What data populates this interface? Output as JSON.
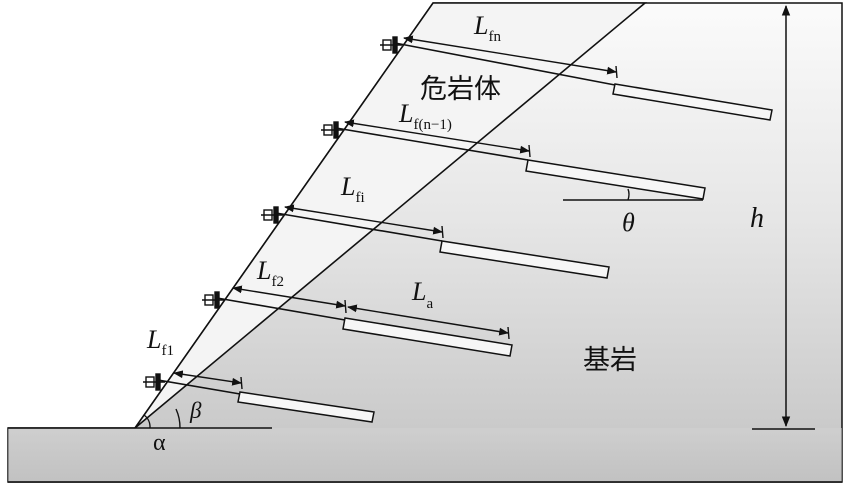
{
  "labels": {
    "dangerous_rock": "危岩体",
    "bedrock": "基岩",
    "height": "h",
    "anchor_angle": "θ",
    "slope_angle": "α",
    "fracture_angle": "β",
    "free_length_main": "L",
    "anchorage_length_main": "L",
    "sub_f1": "f1",
    "sub_f2": "f2",
    "sub_fi": "fi",
    "sub_fn1": "f(n−1)",
    "sub_fn": "fn",
    "sub_a": "a"
  },
  "colors": {
    "line": "#111111",
    "rock_light": "#f7f7f7",
    "rock_dark": "#bdbdbd",
    "wedge": "#f2f2f2",
    "grout": "#f5f5f5"
  }
}
